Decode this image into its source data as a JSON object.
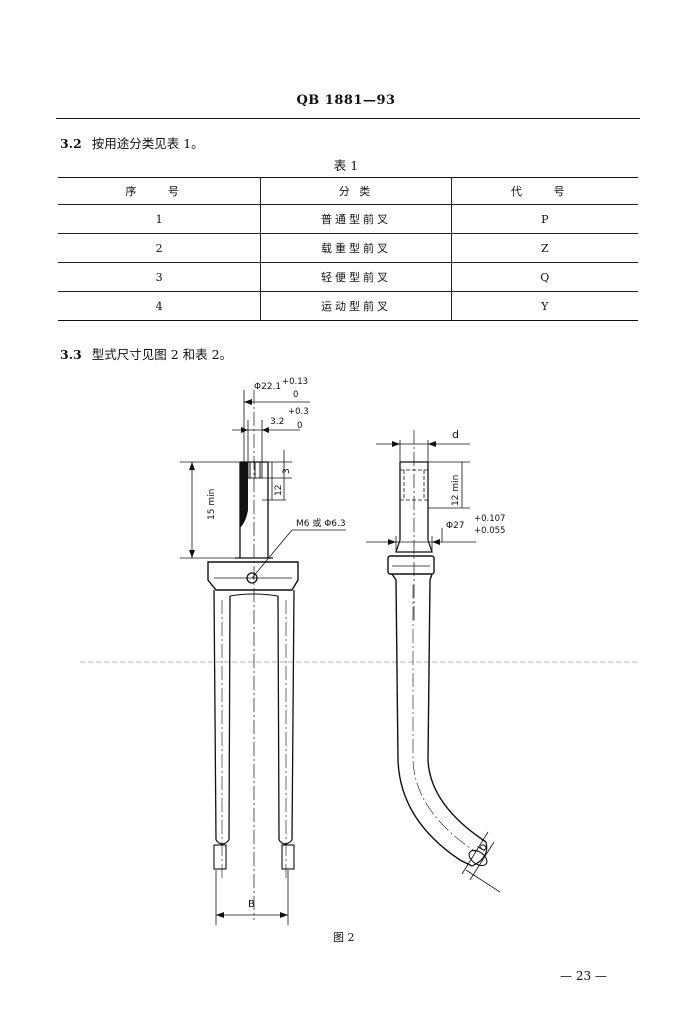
{
  "header": {
    "standard_number": "QB 1881—93"
  },
  "section_3_2": {
    "number": "3.2",
    "text": "按用途分类见表 1。"
  },
  "table1": {
    "caption": "表 1",
    "columns": [
      "序 号",
      "分 类",
      "代 号"
    ],
    "rows": [
      [
        "1",
        "普通型前叉",
        "P"
      ],
      [
        "2",
        "载重型前叉",
        "Z"
      ],
      [
        "3",
        "轻便型前叉",
        "Q"
      ],
      [
        "4",
        "运动型前叉",
        "Y"
      ]
    ]
  },
  "section_3_3": {
    "number": "3.3",
    "text": "型式尺寸见图 2 和表 2。"
  },
  "figure2": {
    "caption": "图 2",
    "dim_phi22": "Φ22.1",
    "tol_phi22_upper": "+0.13",
    "tol_phi22_lower": "0",
    "dim_3_2": "3.2",
    "tol_3_2_upper": "+0.3",
    "tol_3_2_lower": "0",
    "dim_3": "3",
    "dim_12": "12",
    "dim_15min": "15 min",
    "thread_label": "M6 或 Φ6.3",
    "dim_B": "B",
    "dim_d": "d",
    "dim_12min": "12 min",
    "dim_phi27": "Φ27",
    "tol_phi27_upper": "+0.107",
    "tol_phi27_lower": "+0.055",
    "dim_b": "b"
  },
  "footer": {
    "page_number": "— 23 —"
  }
}
